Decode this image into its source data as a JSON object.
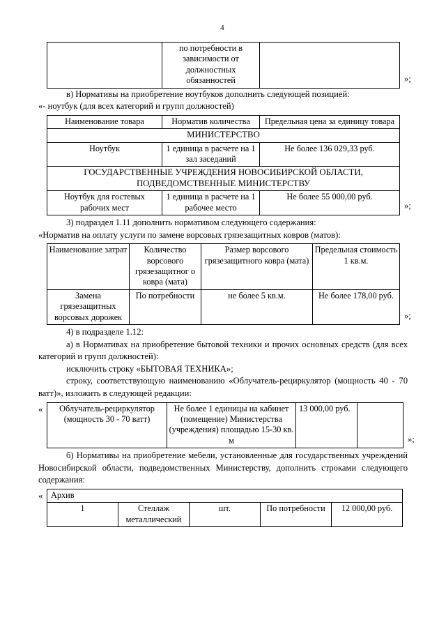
{
  "page": {
    "number": "4"
  },
  "top_table": {
    "columns": [
      "",
      "по потребности в зависимости от должностных обязанностей",
      ""
    ],
    "rows": [
      {
        "col1": "",
        "col2": "по потребности в зависимости от должностных обязанностей",
        "col3": ""
      }
    ],
    "close_mark": "»;"
  },
  "para_v": {
    "line1": "в) Нормативы на приобретение ноутбуков дополнить следующей позицией:",
    "line2": "«- ноутбук (для всех категорий и групп должностей)"
  },
  "laptop_table": {
    "headers": {
      "col1": "Наименование товара",
      "col2": "Норматив количества",
      "col3": "Предельная цена за единицу товара"
    },
    "section1": "МИНИСТЕРСТВО",
    "row1": {
      "name": "Ноутбук",
      "norm": "1 единица в расчете на 1 зал заседаний",
      "price": "Не более 136 029,33   руб."
    },
    "section2": "ГОСУДАРСТВЕННЫЕ УЧРЕЖДЕНИЯ НОВОСИБИРСКОЙ ОБЛАСТИ, ПОДВЕДОМСТВЕННЫЕ МИНИСТЕРСТВУ",
    "row2": {
      "name": "Ноутбук для гостевых рабочих мест",
      "norm": "1 единица в расчете на 1 рабочее место",
      "price": "Не более 55 000,00 руб."
    },
    "close_mark": "»;"
  },
  "para_3": {
    "line1": "3) подраздел 1.11 дополнить нормативом следующего содержания:",
    "line2": "«Норматив на оплату услуги по замене ворсовых грязезащитных ковров (матов):"
  },
  "mat_table": {
    "headers": {
      "col1": "Наименование затрат",
      "col2": "Количество ворсового грязезащитног о ковра (мата)",
      "col3": "Размер ворсового грязезащитного ковра (мата)",
      "col4": "Предельная стоимость 1 кв.м."
    },
    "row1": {
      "name": "Замена грязезащитных ворсовых дорожек",
      "qty": "По потребности",
      "size": "не более 5 кв.м.",
      "price": "Не более 178,00 руб."
    },
    "close_mark": "»;"
  },
  "para_4": {
    "line1": "4) в подразделе 1.12:",
    "line2": "а) в Нормативах на приобретение бытовой техники и прочих основных средств (для всех категорий и групп должностей):",
    "line3": "исключить строку «БЫТОВАЯ ТЕХНИКА»;",
    "line4": "строку, соответствующую наименованию «Облучатель-рециркулятор (мощность 40 - 70 ватт)», изложить в следующей редакции:"
  },
  "irradiator_table": {
    "open_mark": "«",
    "row1": {
      "name": "Облучатель-рециркулятор (мощность 30 - 70 ватт)",
      "norm": "Не более 1 единицы на кабинет (помещение) Министерства (учреждения) площадью 15-30 кв. м",
      "price": "13 000,00 руб.",
      "extra": ""
    },
    "close_mark": "»;"
  },
  "para_b": {
    "text": "б) Нормативы на приобретение мебели, установленные для государственных учреждений Новосибирской области, подведомственных Министерству, дополнить строками следующего содержания:"
  },
  "furniture_table": {
    "open_mark": "«",
    "section": "Архив",
    "row1": {
      "num": "1",
      "name": "Стеллаж металлический",
      "unit": "шт.",
      "qty": "По потребности",
      "price": "12 000,00 руб."
    }
  }
}
